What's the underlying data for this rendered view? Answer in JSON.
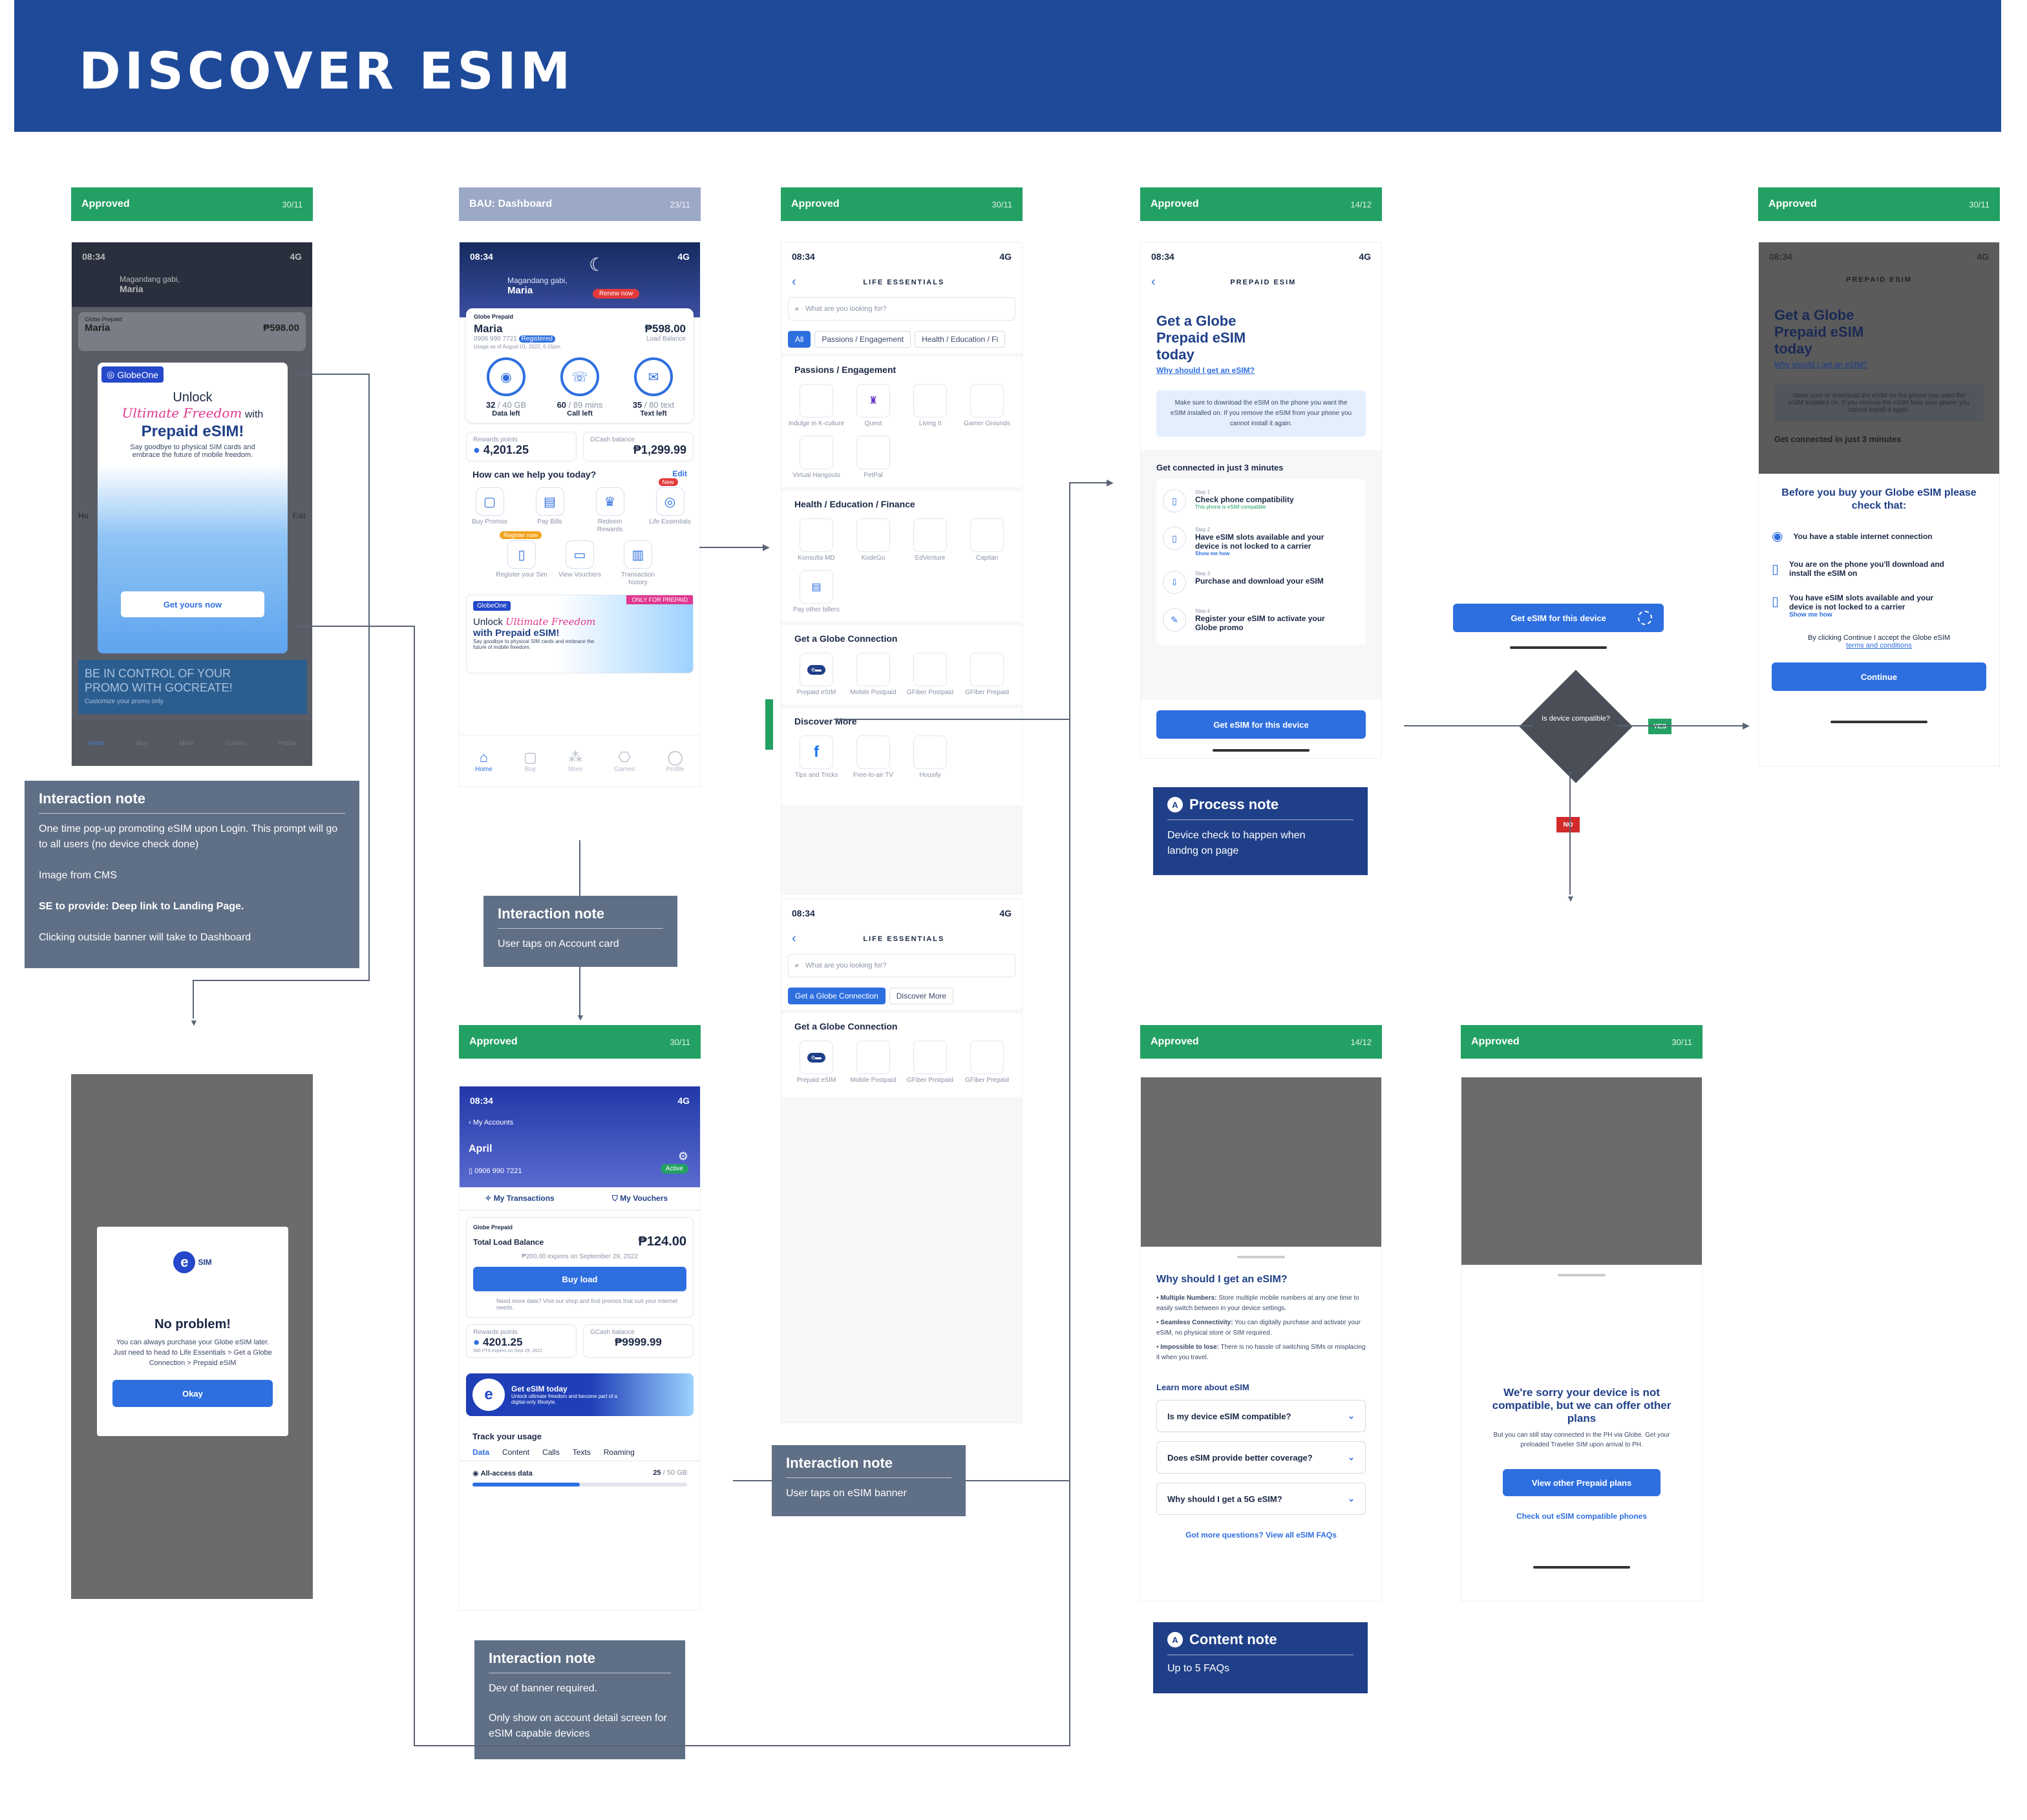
{
  "page_title": "DISCOVER ESIM",
  "tags": [
    {
      "label": "Approved",
      "date": "30/11"
    },
    {
      "label": "BAU: Dashboard",
      "date": "23/11"
    },
    {
      "label": "Approved",
      "date": "30/11"
    },
    {
      "label": "Approved",
      "date": "14/12"
    },
    {
      "label": "Approved",
      "date": "30/11"
    },
    {
      "label": "Approved",
      "date": "30/11"
    },
    {
      "label": "Approved",
      "date": "14/12"
    },
    {
      "label": "Approved",
      "date": "30/11"
    }
  ],
  "status": {
    "time": "08:34",
    "net": "4G"
  },
  "dashboard": {
    "greeting": "Magandang gabi,",
    "name": "Maria",
    "renew": "Renew now",
    "brand": "Globe Prepaid",
    "number": "0906 990 7721",
    "registered": "Registered",
    "balance": "₱598.00",
    "balance_label": "Load Balance",
    "usage_as_of": "Usage as of August 01, 2022, 6:15pm",
    "meters": [
      {
        "value": "32",
        "total": "/ 40 GB",
        "label": "Data left"
      },
      {
        "value": "60",
        "total": "/ 89 mins",
        "label": "Call left"
      },
      {
        "value": "35",
        "total": "/ 80 text",
        "label": "Text left"
      }
    ],
    "rewards_label": "Rewards points",
    "rewards": "4,201.25",
    "gcash_label": "GCash balance",
    "gcash": "₱1,299.99",
    "help_title": "How can we help you today?",
    "edit": "Edit",
    "new": "New",
    "register_now": "Register now",
    "actions": [
      "Buy Promos",
      "Pay Bills",
      "Redeem Rewards",
      "Life Essentials",
      "Register your Sim",
      "View Vouchers",
      "Transaction history"
    ],
    "banner_brand": "GlobeOne",
    "banner_only": "ONLY FOR PREPAID",
    "banner_unlock": "Unlock",
    "banner_script": "Ultimate Freedom",
    "banner_with": "with",
    "banner_title": "Prepaid eSIM!",
    "banner_sub": "Say goodbye to physical SIM cards and embrace the future of mobile freedom.",
    "nav": [
      "Home",
      "Buy",
      "More",
      "Games",
      "Profile"
    ]
  },
  "popup": {
    "cta": "Get yours now",
    "promo": "BE IN CONTROL OF YOUR PROMO WITH GOCREATE!",
    "promo_sub": "Customize your promo only",
    "partial_label_1": "Ho",
    "partial_label_2": "Edit"
  },
  "life": {
    "title": "LIFE ESSENTIALS",
    "search": "What are you looking for?",
    "chips": [
      "All",
      "Passions / Engagement",
      "Health / Education / Fi"
    ],
    "sections": [
      {
        "title": "Passions / Engagement",
        "items": [
          "Indulge in K-culture",
          "Quest",
          "Living It",
          "Gamer Grounds",
          "Virtual Hangouts",
          "PetPal"
        ]
      },
      {
        "title": "Health / Education / Finance",
        "items": [
          "Konsulta MD",
          "KodeGo",
          "EdVenture",
          "Capitan",
          "Pay other billers"
        ]
      },
      {
        "title": "Get a Globe Connection",
        "items": [
          "Prepaid eSIM",
          "Mobile Postpaid",
          "GFiber Postpaid",
          "GFiber Prepaid"
        ]
      },
      {
        "title": "Discover More",
        "items": [
          "Tips and Tricks",
          "Free-to-air TV",
          "Housify"
        ]
      }
    ],
    "chips2": [
      "Get a Globe Connection",
      "Discover More"
    ]
  },
  "landing": {
    "title": "PREPAID ESIM",
    "headline": "Get a Globe Prepaid eSIM today",
    "why": "Why should I get an eSIM?",
    "info": "Make sure to download the eSIM on the phone you want the eSIM installed on. If you remove the eSIM from your phone you cannot install it again.",
    "steps_title": "Get connected in just 3 minutes",
    "steps": [
      {
        "n": "Step 1",
        "t": "Check phone compatibility",
        "s": "This phone is eSIM compatible"
      },
      {
        "n": "Step 2",
        "t": "Have eSIM slots available and your device is not locked to a carrier",
        "s": "Show me how"
      },
      {
        "n": "Step 3",
        "t": "Purchase and download your eSIM",
        "s": ""
      },
      {
        "n": "Step 4",
        "t": "Register your eSIM to activate your Globe promo",
        "s": ""
      }
    ],
    "cta": "Get eSIM for this device"
  },
  "decision": {
    "label": "Is device compatible?",
    "yes": "YES",
    "no": "NO",
    "loading_btn": "Get eSIM for this device"
  },
  "check": {
    "title": "Before you buy your Globe eSIM please check that:",
    "items": [
      "You have a stable internet connection",
      "You are on the phone you'll download and install the eSIM on",
      "You have eSIM slots available and your device is not locked to a carrier"
    ],
    "show_me": "Show me how",
    "consent": "By clicking Continue I accept the Globe eSIM",
    "terms": "terms and conditions",
    "cta": "Continue"
  },
  "noproblem": {
    "logo": "SIM",
    "title": "No problem!",
    "body": "You can always purchase your Globe eSIM later. Just need to head to Life Essentials > Get a Globe Connection > Prepaid eSIM",
    "cta": "Okay"
  },
  "account": {
    "back": "My Accounts",
    "name": "April",
    "number": "0906 990 7221",
    "active": "Active",
    "tabs": [
      "My Transactions",
      "My Vouchers"
    ],
    "brand": "Globe Prepaid",
    "total_label": "Total Load Balance",
    "total": "₱124.00",
    "expires": "₱200.00 expires on September 29, 2022",
    "buy": "Buy load",
    "tip": "Need more data? Visit our shop and find promos that suit your internet needs.",
    "rewards_label": "Rewards points",
    "rewards": "4201.25",
    "rewards_exp": "300 PTS expires on Sept 29, 2021",
    "gcash_label": "GCash balance",
    "gcash": "₱9999.99",
    "esim_title": "Get eSIM today",
    "esim_sub": "Unlock ultimate freedom and become part of a digital-only lifestyle.",
    "track": "Track your usage",
    "track_tabs": [
      "Data",
      "Content",
      "Calls",
      "Texts",
      "Roaming"
    ],
    "row_label": "All-access data",
    "row_value": "25",
    "row_total": "/ 50 GB"
  },
  "faq": {
    "title": "Why should I get an eSIM?",
    "bullets": [
      {
        "b": "Multiple Numbers:",
        "t": "Store multiple mobile numbers at any one time to easily switch between in your device settings."
      },
      {
        "b": "Seamless Connectivity:",
        "t": "You can digitally purchase and activate your eSIM, no physical store or SIM required."
      },
      {
        "b": "Impossible to lose:",
        "t": "There is no hassle of switching SIMs or misplacing it when you travel."
      }
    ],
    "learn": "Learn more about eSIM",
    "questions": [
      "Is my device eSIM compatible?",
      "Does eSIM provide better coverage?",
      "Why should I get a 5G eSIM?"
    ],
    "more": "Got more questions? View all eSIM FAQs"
  },
  "sorry": {
    "title": "We're sorry your device is not compatible, but we can offer other plans",
    "body": "But you can still stay connected in the PH via Globe. Get your preloaded Traveler SIM upon arrival to PH.",
    "cta": "View other Prepaid plans",
    "link": "Check out eSIM compatible phones"
  },
  "notes": {
    "n1_title": "Interaction note",
    "n1_lines": [
      "One time pop-up promoting eSIM upon Login. This prompt will go to all users (no device check done)",
      "Image from CMS",
      "SE to provide: Deep link to Landing Page.",
      "Clicking outside banner will take to Dashboard"
    ],
    "n2_title": "Interaction note",
    "n2_body": "User taps on Account card",
    "n3_title": "Interaction note",
    "n3_body": "User taps on eSIM banner",
    "n4_title": "Interaction note",
    "n4_lines": [
      "Dev of banner required.",
      "Only show on account detail screen for eSIM capable devices"
    ],
    "n5_title": "Process note",
    "n5_body": "Device check to happen when landng on page",
    "n6_title": "Content note",
    "n6_body": "Up to 5 FAQs",
    "badge": "A"
  },
  "colors": {
    "brand_blue": "#1f4a9a",
    "approved": "#23a063",
    "primary": "#2e6fe0",
    "note_gray": "#5f6f86",
    "decision": "#4a4f57",
    "no": "#d12a2a"
  }
}
